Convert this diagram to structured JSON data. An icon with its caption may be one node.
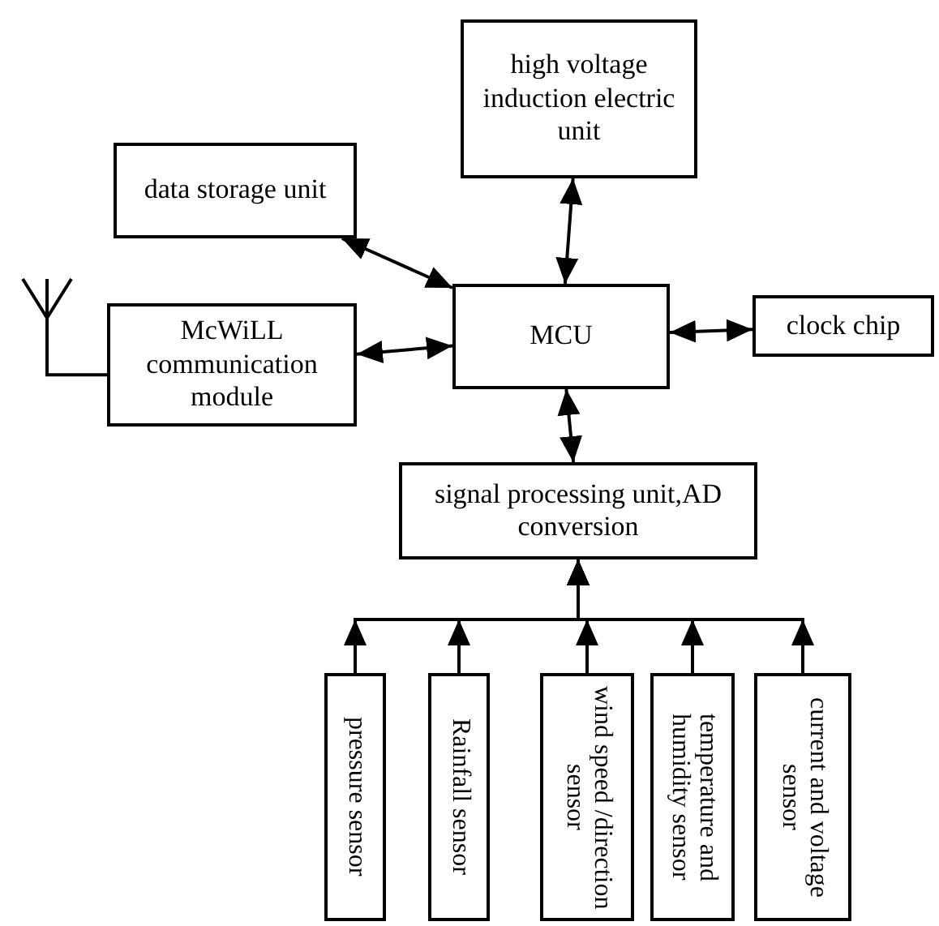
{
  "diagram": {
    "nodes": [
      {
        "text": [
          "high voltage induction electric unit"
        ]
      },
      {
        "text": [
          "data storage unit"
        ]
      },
      {
        "text": [
          "McWiLL communication module"
        ]
      },
      {
        "text": [
          "MCU"
        ]
      },
      {
        "text": [
          "clock chip"
        ]
      },
      {
        "text": [
          "signal processing unit,AD conversion"
        ]
      },
      {
        "text": [
          "pressure sensor"
        ]
      },
      {
        "text": [
          "Rainfall sensor"
        ]
      },
      {
        "text": [
          "wind speed /direction sensor"
        ]
      },
      {
        "text": [
          "temperature and humidity sensor"
        ]
      },
      {
        "text": [
          "current and voltage sensor"
        ]
      },
      {
        "text": [],
        "shape": "antenna"
      }
    ],
    "edges": [
      {
        "from": 0,
        "to": 3,
        "arrow": "both"
      },
      {
        "from": 1,
        "to": 3,
        "arrow": "both"
      },
      {
        "from": 2,
        "to": 3,
        "arrow": "both"
      },
      {
        "from": 3,
        "to": 4,
        "arrow": "both"
      },
      {
        "from": 3,
        "to": 5,
        "arrow": "both"
      },
      {
        "from": 6,
        "to": 5,
        "arrow": "to"
      },
      {
        "from": 7,
        "to": 5,
        "arrow": "to"
      },
      {
        "from": 8,
        "to": 5,
        "arrow": "to"
      },
      {
        "from": 9,
        "to": 5,
        "arrow": "to"
      },
      {
        "from": 10,
        "to": 5,
        "arrow": "to"
      },
      {
        "from": 11,
        "to": 2,
        "arrow": "none"
      }
    ]
  }
}
